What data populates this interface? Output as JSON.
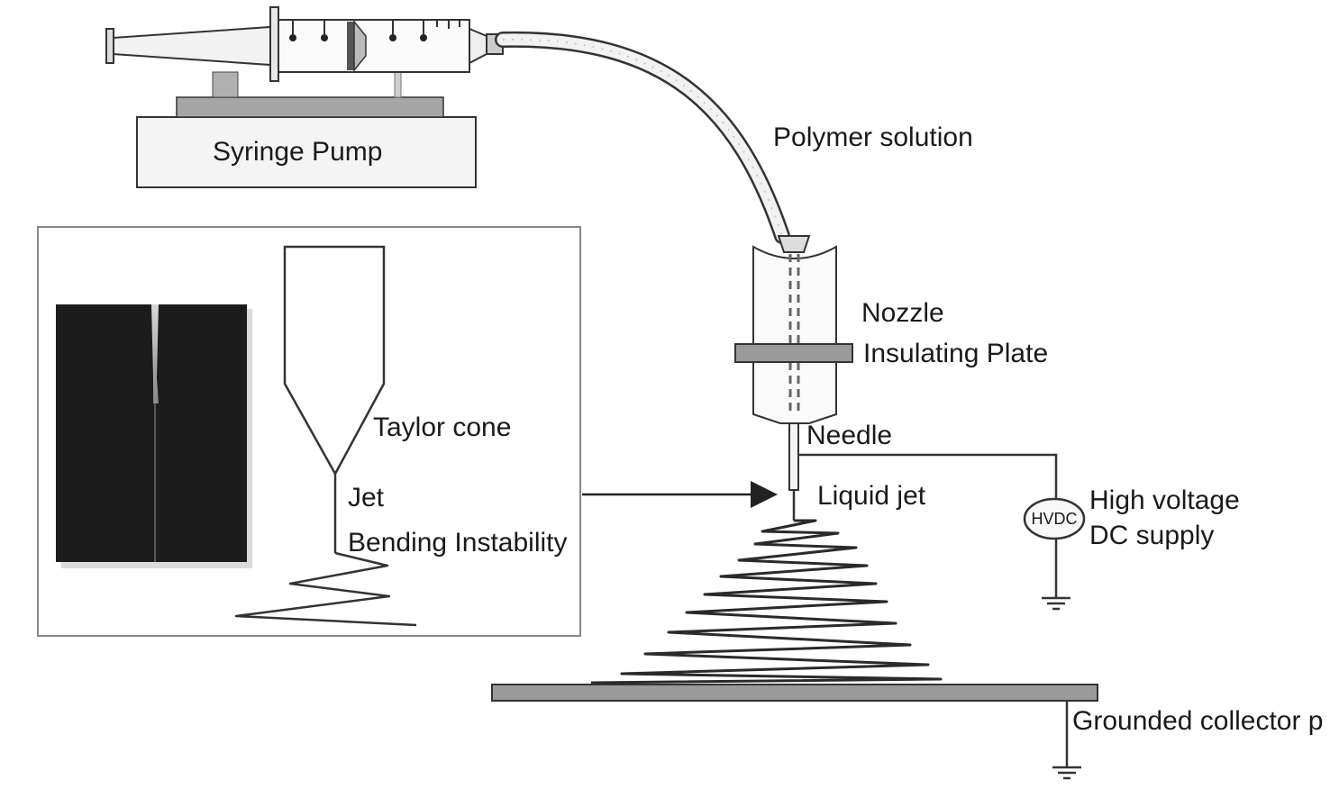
{
  "labels": {
    "syringe_pump": "Syringe Pump",
    "polymer_solution": "Polymer solution",
    "nozzle": "Nozzle",
    "insulating_plate": "Insulating Plate",
    "needle": "Needle",
    "liquid_jet": "Liquid jet",
    "hvdc_badge": "HVDC",
    "high_voltage_line1": "High voltage",
    "high_voltage_line2": "DC supply",
    "grounded_collector": "Grounded collector p",
    "taylor_cone": "Taylor cone",
    "jet": "Jet",
    "bending_instability": "Bending Instability"
  },
  "colors": {
    "stroke": "#333333",
    "plate_fill": "#9a9a9a",
    "photo_bg": "#1c1c1c",
    "frame": "#888888"
  }
}
